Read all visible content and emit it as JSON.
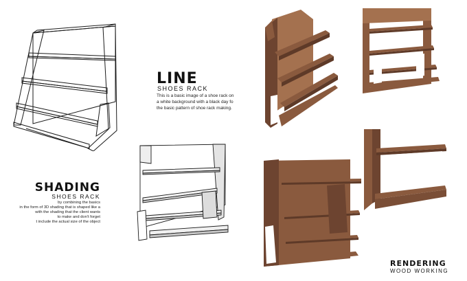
{
  "line_section": {
    "title": "LINE",
    "subtitle": "SHOES RACK",
    "description_lines": [
      "This is a basic image of a shoe rack on",
      "a white background with a black day fo",
      "the basic pattern of shoe rack making."
    ]
  },
  "shading_section": {
    "title": "SHADING",
    "subtitle": "SHOES RACK",
    "description_lines": [
      "by combining the basics",
      "in the form of 3D shading that is shaped like a",
      "with the shading that the client wants",
      "to make and don't forget",
      "t include the actual size of the object"
    ]
  },
  "rendering_section": {
    "title": "RENDERING",
    "subtitle": "WOOD WORKING"
  },
  "colors": {
    "wood": "#8a5a3e",
    "wood_dark": "#6d4430",
    "wood_light": "#a4714f",
    "line": "#1a1a1a"
  }
}
